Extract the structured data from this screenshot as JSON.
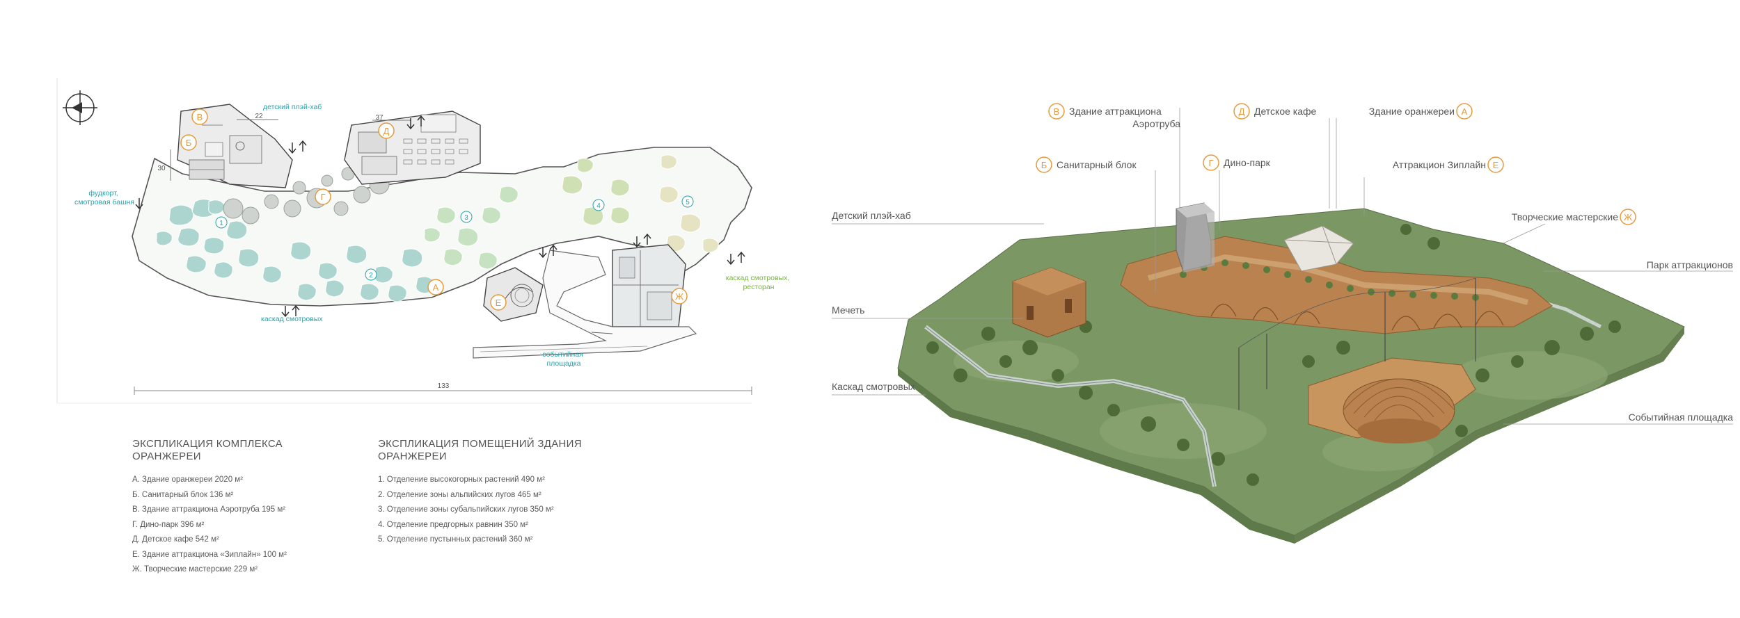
{
  "plan": {
    "dimensions": {
      "top_a": "22",
      "top_b": "37",
      "side": "30",
      "total": "133"
    },
    "labels": {
      "kids_hub": "детский плэй-хаб",
      "fountain": "фудкорт,\nсмотровая башня",
      "cascade": "каскад смотровых",
      "cascade_restaurant": "каскад смотровых,\nресторан",
      "event_area": "событийная\nплощадка"
    },
    "markers": [
      "А",
      "Б",
      "В",
      "Г",
      "Д",
      "Е",
      "Ж"
    ],
    "zone_numbers": [
      "1",
      "2",
      "3",
      "4",
      "5"
    ]
  },
  "explication_complex": {
    "title": "ЭКСПЛИКАЦИЯ КОМПЛЕКСА\nОРАНЖЕРЕИ",
    "items": [
      "А. Здание оранжереи 2020 м²",
      "Б. Санитарный блок 136 м²",
      "В. Здание аттракциона Аэротруба 195 м²",
      "Г. Дино-парк 396 м²",
      "Д. Детское кафе 542 м²",
      "Е. Здание аттракциона «Зиплайн» 100 м²",
      "Ж. Творческие мастерские 229 м²"
    ]
  },
  "explication_rooms": {
    "title": "ЭКСПЛИКАЦИЯ ПОМЕЩЕНИЙ ЗДАНИЯ\nОРАНЖЕРЕИ",
    "items": [
      "1. Отделение высокогорных растений 490 м²",
      "2. Отделение зоны альпийских лугов 465 м²",
      "3. Отделение зоны субальпийских лугов 350 м²",
      "4. Отделение предгорных равнин 350 м²",
      "5. Отделение пустынных растений 360 м²"
    ]
  },
  "axon": {
    "callouts": {
      "v_line1": "Здание аттракциона",
      "v_line2": "Аэротруба",
      "d": "Детское кафе",
      "a": "Здание оранжереи",
      "b": "Санитарный блок",
      "g": "Дино-парк",
      "e": "Аттракцион Зиплайн",
      "kids": "Детский плэй-хаб",
      "workshops": "Творческие мастерские",
      "park": "Парк аттракционов",
      "mosque": "Мечеть",
      "cascade": "Каскад смотровых",
      "event": "Событийная площадка"
    }
  },
  "colors": {
    "accent_orange": "#e69a3c",
    "teal": "#2aa0a8",
    "green_label": "#7ab04a",
    "grass": "#7b9763",
    "brick": "#b9824f"
  }
}
